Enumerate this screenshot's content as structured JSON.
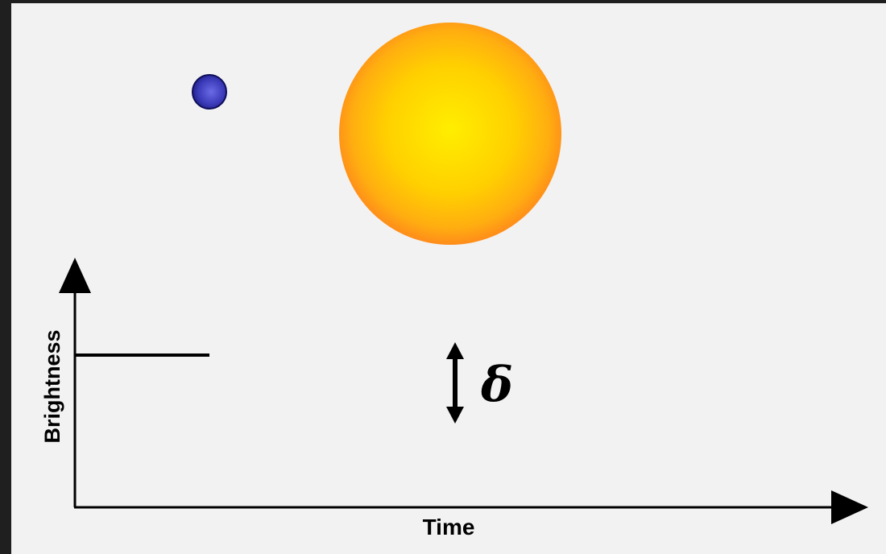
{
  "diagram": {
    "y_axis_label": "Brightness",
    "x_axis_label": "Time",
    "dip_symbol": "δ",
    "colors": {
      "background": "#f2f2f2",
      "frame": "#1f1f1f",
      "planet": "#3a3ab8",
      "planet_edge": "#0e0e5a",
      "star_center": "#ffee00",
      "star_mid": "#ffc400",
      "star_edge": "#ff8c1a",
      "ink": "#000000"
    },
    "icons": [
      "planet-icon",
      "star-icon",
      "double-arrow-icon"
    ]
  }
}
